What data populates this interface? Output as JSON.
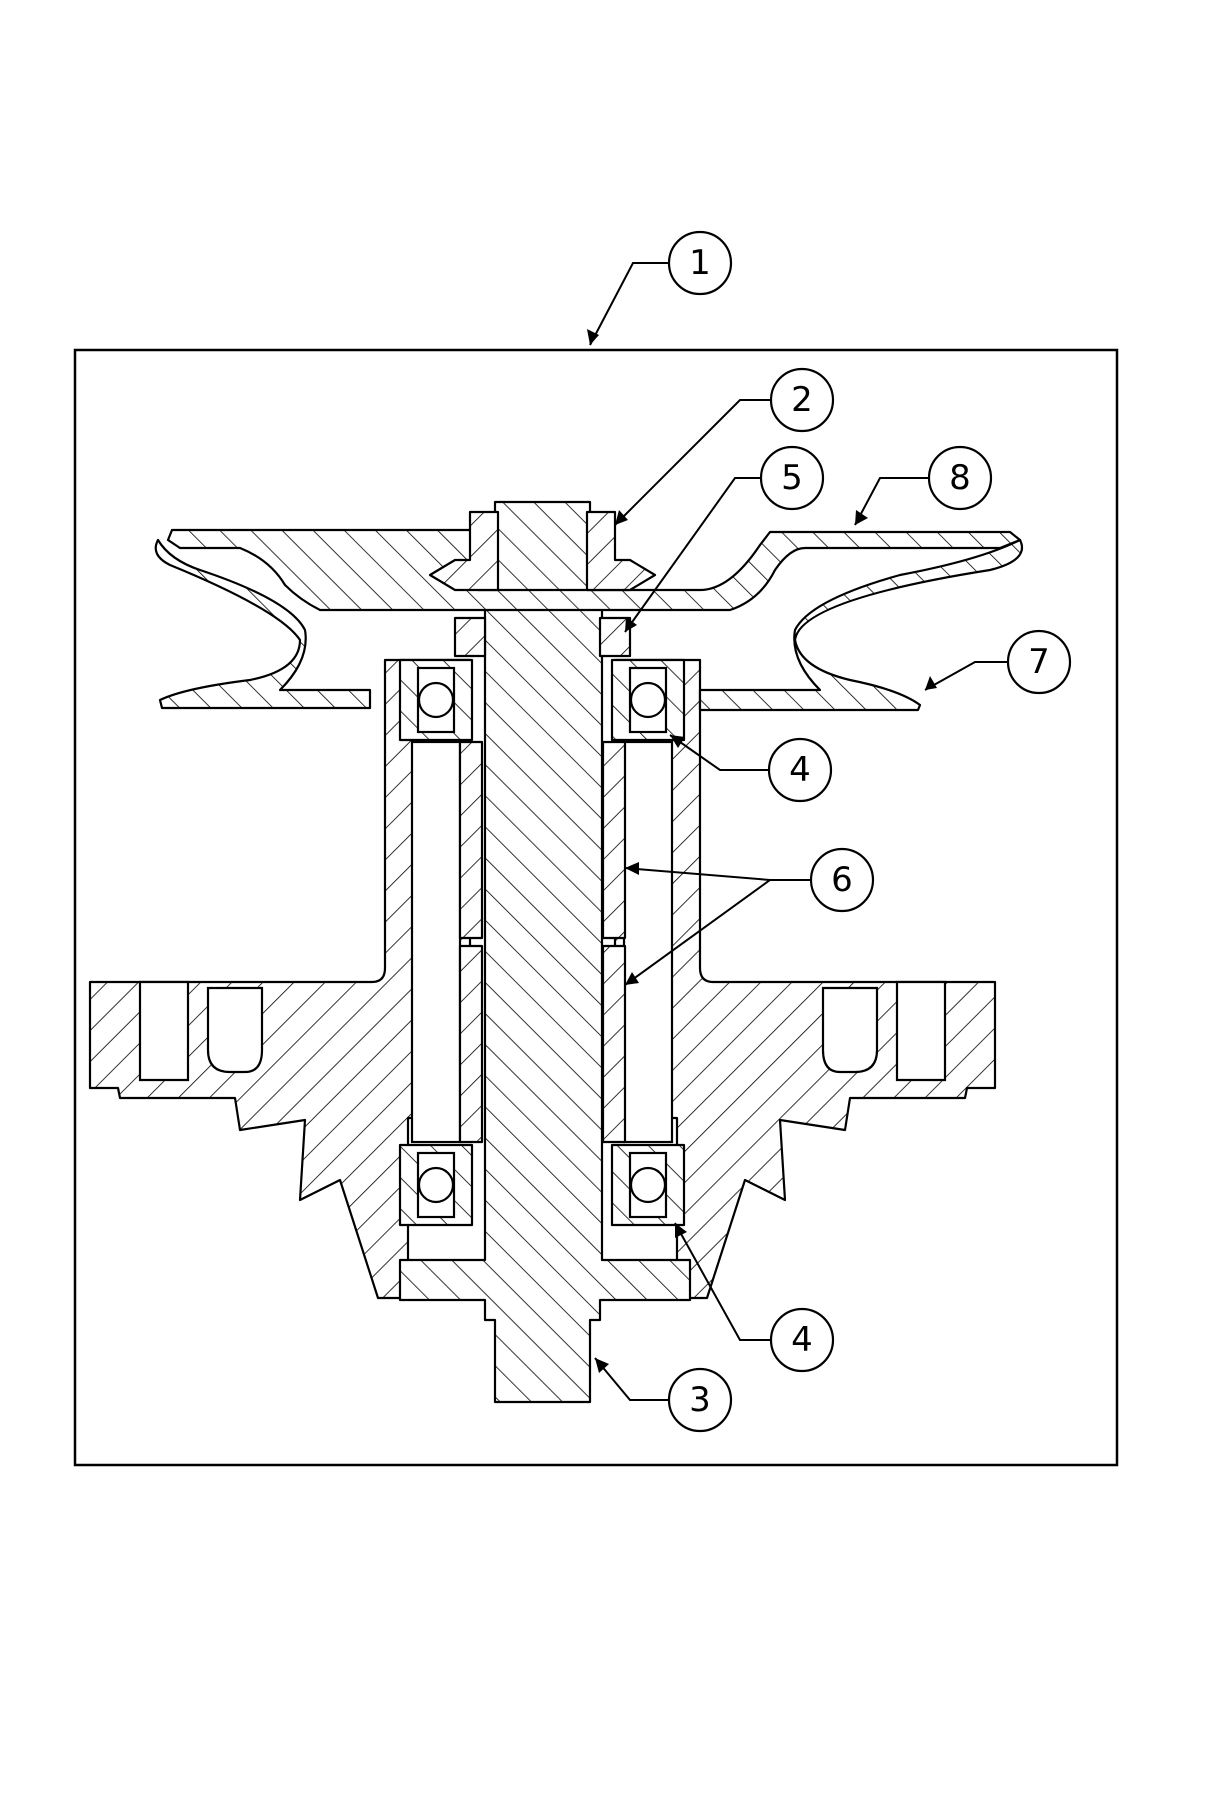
{
  "callouts": [
    {
      "id": "c1",
      "label": "1"
    },
    {
      "id": "c2",
      "label": "2"
    },
    {
      "id": "c5",
      "label": "5"
    },
    {
      "id": "c8",
      "label": "8"
    },
    {
      "id": "c7",
      "label": "7"
    },
    {
      "id": "c4a",
      "label": "4"
    },
    {
      "id": "c6",
      "label": "6"
    },
    {
      "id": "c4b",
      "label": "4"
    },
    {
      "id": "c3",
      "label": "3"
    }
  ]
}
